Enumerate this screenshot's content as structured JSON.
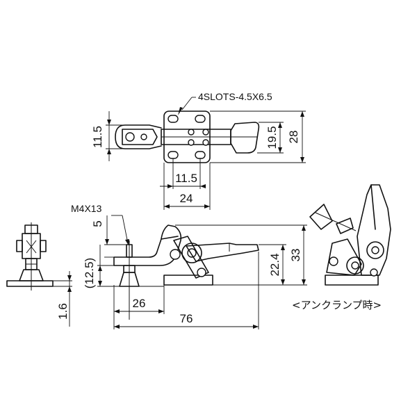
{
  "drawing": {
    "top_view": {
      "slots_note": "4SLOTS-4.5X6.5",
      "dim_height_left": "11.5",
      "dim_height_right_inner": "19.5",
      "dim_height_right_outer": "28",
      "dim_width_inner": "11.5",
      "dim_width_outer": "24"
    },
    "side_view": {
      "thread_note": "M4X13",
      "dim_5": "5",
      "dim_12_5": "(12.5)",
      "dim_1_6": "1.6",
      "dim_26": "26",
      "dim_76": "76",
      "dim_22_4": "22.4",
      "dim_33": "33"
    },
    "unclamped_label": "<アンクランプ時>"
  }
}
